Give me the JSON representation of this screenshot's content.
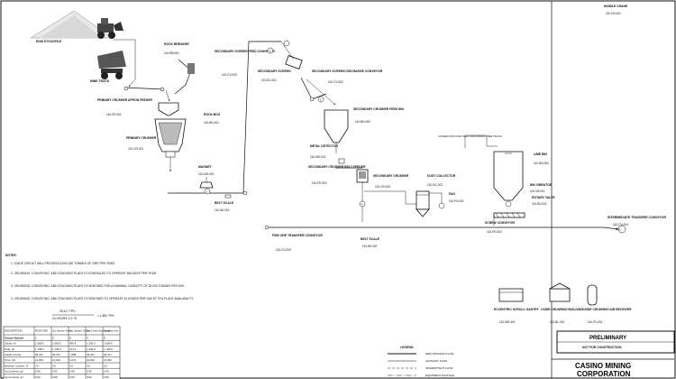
{
  "equipment": {
    "rom_stockpile": "ROM STOCKPILE",
    "mine_truck": "MINE TRUCK",
    "rock_breaker": {
      "name": "ROCK BREAKER",
      "tag": "110-RB-001"
    },
    "apron_feeder": {
      "name": "PRIMARY CRUSHER APRON FEEDER",
      "tag": "110-FE-001"
    },
    "rock_box": {
      "name": "ROCK BOX",
      "tag": "110-BN-001"
    },
    "primary_crusher": {
      "name": "PRIMARY CRUSHER",
      "tag": "110-CR-001"
    },
    "magnet": {
      "name": "MAGNET",
      "tag": "110-MG-001"
    },
    "belt_scale_1": {
      "name": "BELT SCALE",
      "tag": "110-WI-001"
    },
    "sec_screen_feed_conv": {
      "name": "SECONDARY SCREEN FEED CONVEYOR",
      "tag": "110-CV-003"
    },
    "secondary_screen": {
      "name": "SECONDARY SCREEN",
      "tag": "110-SC-001"
    },
    "sec_screen_discharge_conv": {
      "name": "SECONDARY SCREEN DISCHARGE CONVEYOR",
      "tag": "110-CV-002"
    },
    "sec_crusher_feed_bin": {
      "name": "SECONDARY CRUSHER FEED BIN",
      "tag": "110-BN-002"
    },
    "metal_detector": {
      "name": "METAL DETECTOR",
      "tag": "110-MD-001"
    },
    "sec_crusher_belt_feeder": {
      "name": "SECONDARY CRUSHER BELT FEEDER",
      "tag": "110-FE-002"
    },
    "secondary_crusher": {
      "name": "SECONDARY CRUSHER",
      "tag": "110-CR-002"
    },
    "dust_collector": {
      "name": "DUST COLLECTOR",
      "tag": "110-DC-001"
    },
    "fan": {
      "name": "FAN",
      "tag": "110-FN-001"
    },
    "connection_note": "CONNECTION FOR SELF-UNLOADING LIME TRUCK",
    "lime_bin": {
      "name": "LIME BIN",
      "tag": "110-BN-003"
    },
    "bin_vibrator": {
      "name": "BIN VIBRATOR",
      "tag": "110-VB-001"
    },
    "rotary_valve": {
      "name": "ROTARY VALVE",
      "tag": "110-RV-001"
    },
    "screw_conveyor": {
      "name": "SCREW CONVEYOR",
      "tag": "110-FE-003"
    },
    "fine_ore_conv": {
      "name": "FINE ORE TRANSFER CONVEYOR",
      "tag": "110-CV-003"
    },
    "belt_scale_2": {
      "name": "BELT SCALE",
      "tag": "110-WI-002"
    },
    "intermediate_transfer": {
      "name": "INTERMEDIATE TRANSFER CONVEYOR",
      "tag": "110-CV-004"
    },
    "mobile_crane": {
      "name": "MOBILE CRANE",
      "tag": "110-HS-001"
    },
    "eccentric_gantry": {
      "name": "ECCENTRIC SCROLL GANTRY",
      "tag": "110-WS-001"
    },
    "crushing_building": {
      "name": "OXIDE CRUSHING BUILDING",
      "tag": "110-BL-001"
    },
    "air_receiver": {
      "name": "OXIDE CRUSHING AIR RECEIVER",
      "tag": "110-PV-001"
    },
    "stream_ids": [
      "1",
      "2",
      "3",
      "4"
    ]
  },
  "notes": {
    "title": "NOTES:",
    "items": [
      "1.  OXIDE CIRCUIT WILL PROCESS 8,000,000 TONNES OF ORE PER YEAR.",
      "2.  CRUSHING, CONVEYING, AND STACKING PLANT IS SCHEDULED TO OPERATE 365 DAYS PER YEAR.",
      "3.  CRUSHING, CONVEYING, AND STACKING PLANT IS DESIGNED FOR A NOMINAL CAPACITY OF 25,000 TONNES PER DAY.",
      "4.  CRUSHING, CONVEYING, AND STACKING PLANT IS DESIGNED TO OPERATE 24 HOURS PER DAY AT 70% PLANT AVAILABILITY."
    ],
    "formula_top": "25,417 TPD",
    "formula_bottom": "24 HOURS X 0.75",
    "formula_result": "= 1,800 TPH"
  },
  "stream_table": {
    "headers": [
      "DESCRIPTION",
      "ROM ORE",
      "2ry Screen Feed",
      "2ry Screen O/Size",
      "2ry Crush Discharge",
      "Crushed Ore"
    ],
    "rows": [
      [
        "Stream Number",
        "1",
        "2",
        "3",
        "4",
        "5"
      ],
      [
        "Solids, t/h",
        "1,669.6",
        "1,669.6",
        "455.4",
        "1,250.0",
        "1,669.6"
      ],
      [
        "Total, t/h",
        "1,728.0",
        "1,728.0",
        "471.6",
        "1,293.8",
        "1,728.0"
      ],
      [
        "Solids, t/d (%)",
        "36,417",
        "36,417",
        "7,688",
        "36,417",
        "36,417"
      ],
      [
        "Time, h/d",
        "21,000",
        "21,000",
        "6,270",
        "22,660",
        "21,000"
      ],
      [
        "Moisture Content, %",
        "3.0",
        "3.0",
        "3.0",
        "3.0",
        "3.0"
      ],
      [
        "Au Contents, g/t",
        "0.45",
        "0.45",
        "0.45",
        "0.45",
        "0.45"
      ],
      [
        "Ag Contents, g/t",
        "0.06",
        "0.06",
        "0.06",
        "0.06",
        "0.06"
      ],
      [
        "Cu Contents, %",
        "0.32",
        "0.32",
        "0.32",
        "0.32",
        "0.32"
      ]
    ]
  },
  "legend": {
    "title": "LEGEND:",
    "items": [
      "MAIN PROCESS FLOW",
      "AUXILIARY FLOW",
      "INTERMITTENT FLOW",
      "EQUIPMENT PACKAGE"
    ]
  },
  "title_block": {
    "status": "PRELIMINARY",
    "status_sub": "NOT FOR CONSTRUCTION",
    "company_line1": "CASINO MINING",
    "company_line2": "CORPORATION"
  }
}
